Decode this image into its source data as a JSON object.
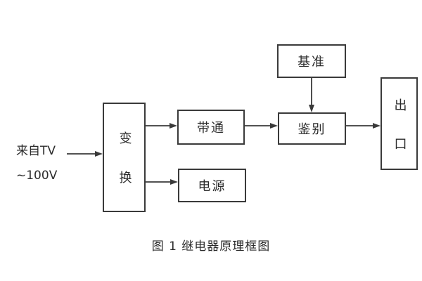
{
  "figure": {
    "source": {
      "line1": "来自TV",
      "line2": "~100V"
    },
    "nodes": {
      "transform": "变换",
      "bandpass": "带通",
      "power": "电源",
      "reference": "基准",
      "discriminator": "鉴别",
      "outlet": "出口"
    },
    "connections": [
      {
        "from": "source-label",
        "to": "transform"
      },
      {
        "from": "transform",
        "to": "bandpass"
      },
      {
        "from": "transform",
        "to": "power"
      },
      {
        "from": "bandpass",
        "to": "discriminator"
      },
      {
        "from": "reference",
        "to": "discriminator"
      },
      {
        "from": "discriminator",
        "to": "outlet"
      }
    ],
    "caption": "图 1 继电器原理框图",
    "colors": {
      "line": "#3a3a3a",
      "text": "#2b2b2b",
      "background": "#ffffff"
    }
  }
}
